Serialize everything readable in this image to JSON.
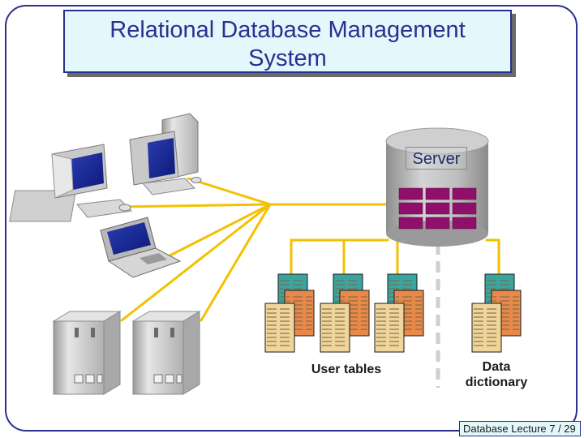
{
  "title": {
    "line1": "Relational Database Management",
    "line2": "System"
  },
  "labels": {
    "server": "Server",
    "user_tables": "User tables",
    "data_dictionary_line1": "Data",
    "data_dictionary_line2": "dictionary"
  },
  "footer": "Database Lecture 7 / 29",
  "icons": [
    "desktop-computer-icon",
    "laptop-icon",
    "tower-server-icon",
    "database-cylinder-icon",
    "table-stack-icon"
  ],
  "colors": {
    "title_text": "#2b2f8f",
    "title_bg": "#e3f8fb",
    "connector": "#f2c200",
    "table_cell": "#8f0f6b",
    "cylinder": "#b8b8b8",
    "sheet_teal": "#3aa5a0",
    "sheet_orange": "#e8894a",
    "sheet_cream": "#f0d59a"
  }
}
